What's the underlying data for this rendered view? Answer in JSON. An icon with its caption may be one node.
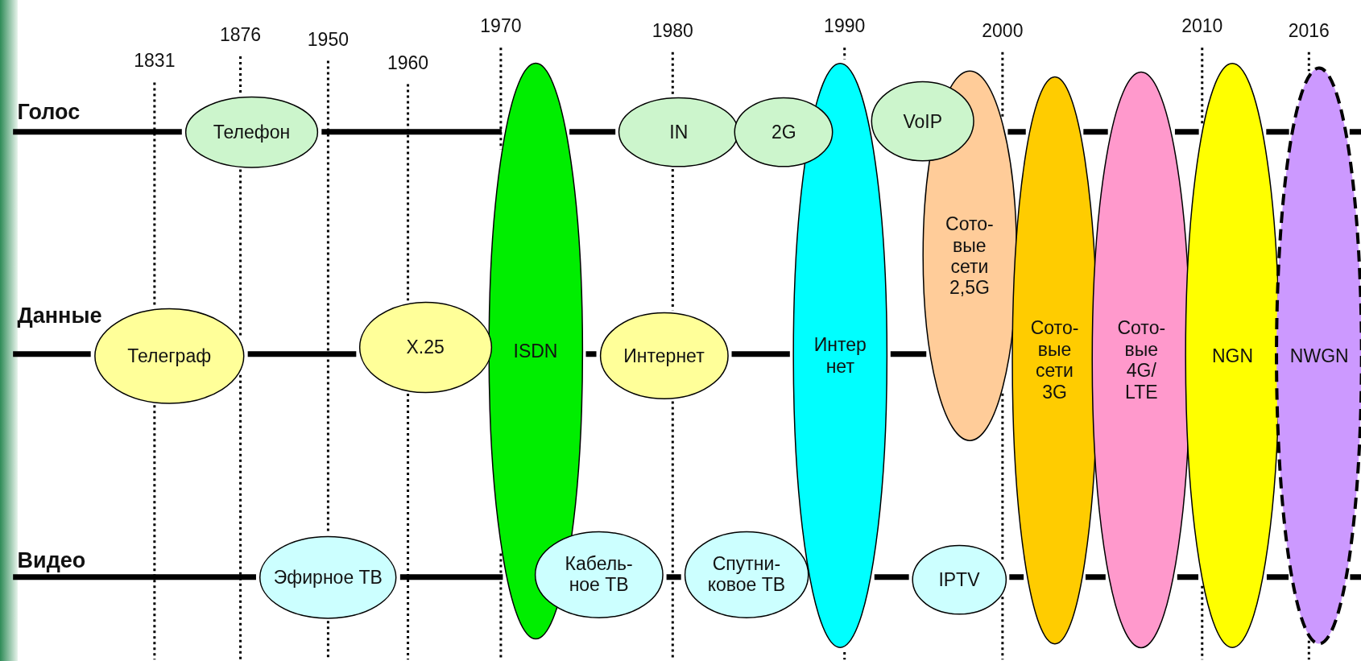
{
  "diagram": {
    "nodes": [
      {
        "text": [
          "Телеграф"
        ]
      },
      {
        "text": [
          "Телефон"
        ]
      },
      {
        "text": [
          "Эфирное ТВ"
        ]
      },
      {
        "text": [
          "X.25"
        ]
      },
      {
        "text": [
          "ISDN"
        ]
      },
      {
        "text": [
          "Кабель- ное ТВ"
        ]
      },
      {
        "text": [
          "IN"
        ]
      },
      {
        "text": [
          "Интернет"
        ]
      },
      {
        "text": [
          "2G"
        ]
      },
      {
        "text": [
          "Спутни- ковое ТВ"
        ]
      },
      {
        "text": [
          "Интер нет"
        ]
      },
      {
        "text": [
          "VoIP"
        ]
      },
      {
        "text": [
          "Сото- вые сети 2,5G"
        ]
      },
      {
        "text": [
          "IPTV"
        ]
      },
      {
        "text": [
          "Сото- вые сети 3G"
        ]
      },
      {
        "text": [
          "Сото- вые 4G/ LTE"
        ]
      },
      {
        "text": [
          "NGN"
        ]
      },
      {
        "text": [
          "NWGN"
        ]
      }
    ],
    "labels": [
      "1831",
      "1876",
      "1950",
      "1960",
      "1970",
      "1980",
      "1990",
      "2000",
      "2010",
      "2016",
      "Голос",
      "Данные",
      "Видео"
    ]
  }
}
